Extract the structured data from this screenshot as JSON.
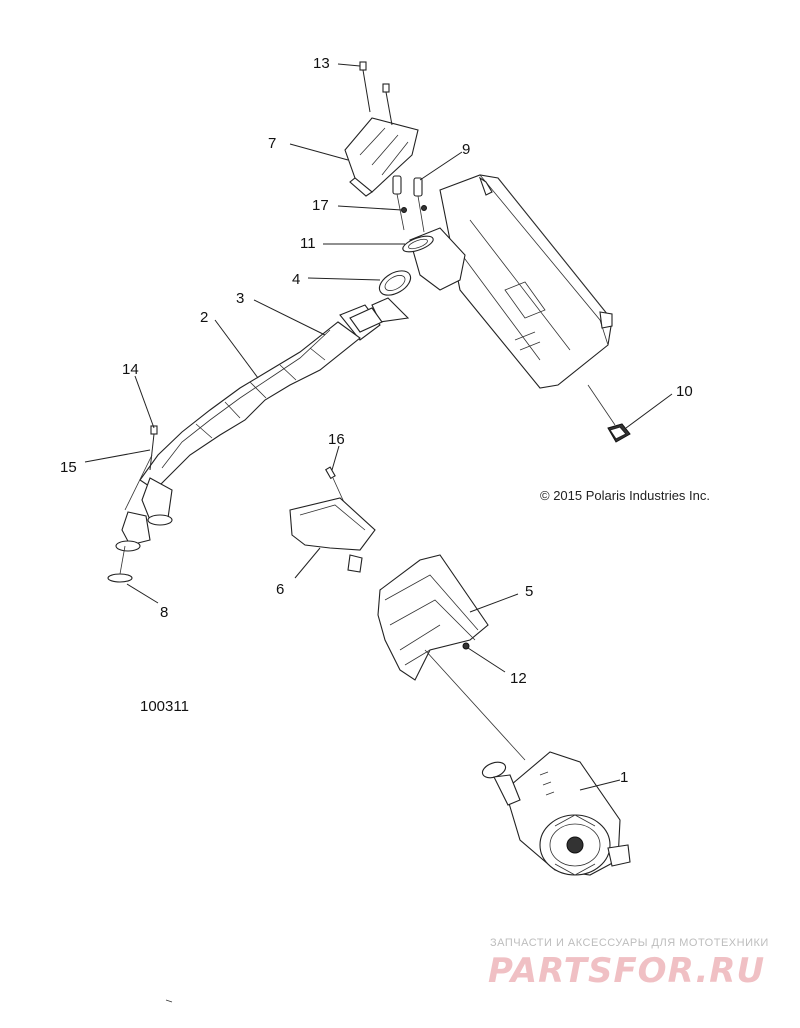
{
  "callouts": [
    "13",
    "7",
    "9",
    "17",
    "11",
    "4",
    "3",
    "2",
    "10",
    "14",
    "15",
    "16",
    "6",
    "5",
    "12",
    "8",
    "1"
  ],
  "copyright": "© 2015 Polaris Industries Inc.",
  "reference_number": "100311",
  "watermark": {
    "tagline": "ЗАПЧАСТИ И АКСЕССУАРЫ ДЛЯ МОТОТЕХНИКИ",
    "brand": "PARTSFOR.RU"
  }
}
